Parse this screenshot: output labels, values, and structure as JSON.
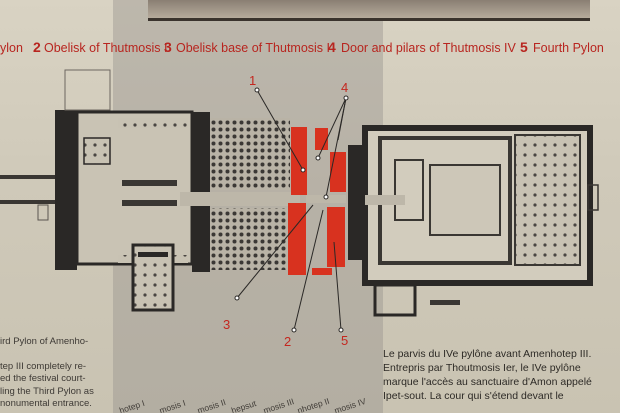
{
  "legend": {
    "item0_text": "ylon",
    "item1_num": "2",
    "item1_text": "Obelisk of Thutmosis I",
    "item2_num": "3",
    "item2_text": "Obelisk base of Thutmosis I",
    "item3_num": "4",
    "item3_text": "Door and pilars of Thutmosis IV",
    "item4_num": "5",
    "item4_text": "Fourth Pylon"
  },
  "markers": {
    "m1": "1",
    "m2": "2",
    "m3": "3",
    "m4": "4",
    "m5": "5"
  },
  "english_text": {
    "line1": "ird Pylon of Amenho-",
    "line2": "",
    "line3": "tep III completely re-",
    "line4": "ed the festival court-",
    "line5": "ling the Third Pylon as",
    "line6": "nonumental entrance."
  },
  "french_text": {
    "line1": "Le parvis du IVe pylône avant Amenhotep III.",
    "line2": "Entrepris par Thoutmosis Ier, le IVe pylône",
    "line3": "marque l'accès au sanctuaire d'Amon appelé",
    "line4": "Ipet-sout. La cour qui s'étend devant le"
  },
  "pharaoh_labels": {
    "p1": "hotep I",
    "p2": "mosis I",
    "p3": "mosis II",
    "p4": "hepsut",
    "p5": "mosis III",
    "p6": "nhotep II",
    "p7": "mosis IV"
  },
  "colors": {
    "accent_red": "#c4271f",
    "plan_dark": "#2a2826",
    "highlight": "#d8321f"
  }
}
